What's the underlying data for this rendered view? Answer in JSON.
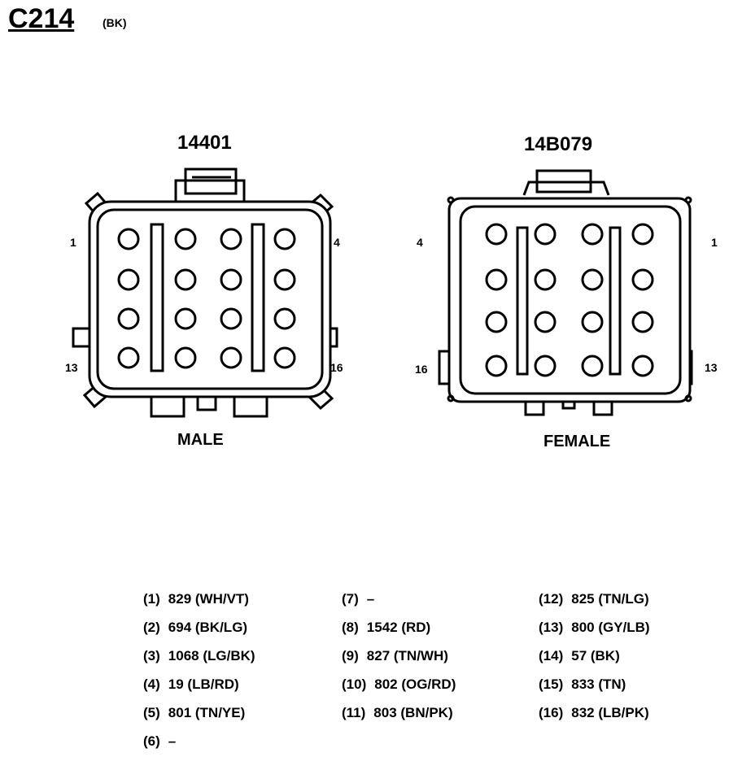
{
  "connector": {
    "id": "C214",
    "color": "(BK)"
  },
  "male": {
    "part_number": "14401",
    "label": "MALE",
    "pin_labels": {
      "top_left": "1",
      "top_right": "4",
      "bottom_left": "13",
      "bottom_right": "16"
    }
  },
  "female": {
    "part_number": "14B079",
    "label": "FEMALE",
    "pin_labels": {
      "top_left": "4",
      "top_right": "1",
      "bottom_left": "16",
      "bottom_right": "13"
    }
  },
  "pins": [
    {
      "num": "(1)",
      "circuit": "829 (WH/VT)"
    },
    {
      "num": "(2)",
      "circuit": "694 (BK/LG)"
    },
    {
      "num": "(3)",
      "circuit": "1068 (LG/BK)"
    },
    {
      "num": "(4)",
      "circuit": "19 (LB/RD)"
    },
    {
      "num": "(5)",
      "circuit": "801 (TN/YE)"
    },
    {
      "num": "(6)",
      "circuit": "–"
    },
    {
      "num": "(7)",
      "circuit": "–"
    },
    {
      "num": "(8)",
      "circuit": "1542 (RD)"
    },
    {
      "num": "(9)",
      "circuit": "827 (TN/WH)"
    },
    {
      "num": "(10)",
      "circuit": "802 (OG/RD)"
    },
    {
      "num": "(11)",
      "circuit": "803 (BN/PK)"
    },
    {
      "num": "(12)",
      "circuit": "825 (TN/LG)"
    },
    {
      "num": "(13)",
      "circuit": "800 (GY/LB)"
    },
    {
      "num": "(14)",
      "circuit": "57 (BK)"
    },
    {
      "num": "(15)",
      "circuit": "833 (TN)"
    },
    {
      "num": "(16)",
      "circuit": "832 (LB/PK)"
    }
  ]
}
